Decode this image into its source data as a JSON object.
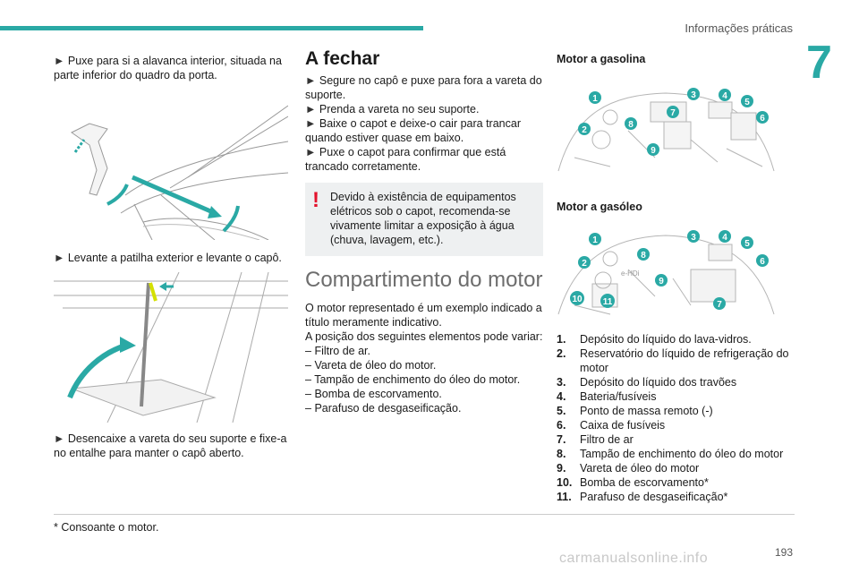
{
  "header": {
    "section_title": "Informações práticas",
    "chapter": "7"
  },
  "col1": {
    "step1": "Puxe para si a alavanca interior, situada na parte inferior do quadro da porta.",
    "step2": "Levante a patilha exterior e levante o capô.",
    "step3": "Desencaixe a vareta do seu suporte e fixe-a no entalhe para manter o capô aberto."
  },
  "col2": {
    "heading": "A fechar",
    "steps": [
      "Segure no capô e puxe para fora a vareta do suporte.",
      "Prenda a vareta no seu suporte.",
      "Baixe o capot e deixe-o cair para trancar quando estiver quase em baixo.",
      "Puxe o capot para confirmar que está trancado corretamente."
    ],
    "note": "Devido à existência de equipamentos elétricos sob o capot, recomenda-se vivamente limitar a exposição à água (chuva, lavagem, etc.).",
    "section_heading": "Compartimento do motor",
    "intro": "O motor representado é um exemplo indicado a título meramente indicativo.",
    "intro2": "A posição dos seguintes elementos pode variar:",
    "variants": [
      "Filtro de ar.",
      "Vareta de óleo do motor.",
      "Tampão de enchimento do óleo do motor.",
      "Bomba de escorvamento.",
      "Parafuso de desgaseificação."
    ]
  },
  "col3": {
    "petrol_heading": "Motor a gasolina",
    "diesel_heading": "Motor a gasóleo",
    "diesel_engine_label": "e-HDi",
    "items": [
      {
        "num": "1.",
        "label": "Depósito do líquido do lava-vidros."
      },
      {
        "num": "2.",
        "label": "Reservatório do líquido de refrigeração do motor"
      },
      {
        "num": "3.",
        "label": "Depósito do líquido dos travões"
      },
      {
        "num": "4.",
        "label": "Bateria/fusíveis"
      },
      {
        "num": "5.",
        "label": "Ponto de massa remoto (-)"
      },
      {
        "num": "6.",
        "label": "Caixa de fusíveis"
      },
      {
        "num": "7.",
        "label": "Filtro de ar"
      },
      {
        "num": "8.",
        "label": "Tampão de enchimento do óleo do motor"
      },
      {
        "num": "9.",
        "label": "Vareta de óleo do motor"
      },
      {
        "num": "10.",
        "label": "Bomba de escorvamento*"
      },
      {
        "num": "11.",
        "label": "Parafuso de desgaseificação*"
      }
    ]
  },
  "footer": {
    "footnote": "* Consoante o motor.",
    "page": "193",
    "watermark": "carmanualsonline.info"
  },
  "colors": {
    "accent": "#2aa9a5",
    "warning": "#e3122c"
  },
  "badges": {
    "b1": "1",
    "b2": "2",
    "b3": "3",
    "b4": "4",
    "b5": "5",
    "b6": "6",
    "b7": "7",
    "b8": "8",
    "b9": "9",
    "b10": "10",
    "b11": "11"
  }
}
